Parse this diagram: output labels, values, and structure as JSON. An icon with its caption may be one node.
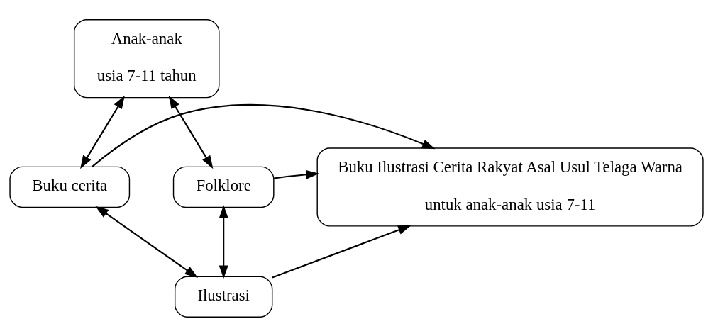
{
  "diagram": {
    "nodes": [
      {
        "text": [
          "Anak-anak",
          "usia 7-11 tahun"
        ]
      },
      {
        "text": [
          "Folklore"
        ]
      },
      {
        "text": [
          "Buku Ilustrasi Cerita Rakyat Asal Usul Telaga Warna",
          "untuk anak-anak usia 7-11"
        ]
      },
      {
        "text": [
          "Buku cerita"
        ]
      },
      {
        "text": [
          "Ilustrasi"
        ]
      }
    ],
    "edges": [
      {
        "from": 1,
        "to": 0,
        "arrow": "both"
      },
      {
        "from": 0,
        "to": 3,
        "arrow": "both"
      },
      {
        "from": 1,
        "to": 2,
        "arrow": "to"
      },
      {
        "from": 3,
        "to": 2,
        "arrow": "to"
      },
      {
        "from": 4,
        "to": 2,
        "arrow": "to"
      },
      {
        "from": 1,
        "to": 4,
        "arrow": "both"
      },
      {
        "from": 4,
        "to": 3,
        "arrow": "both"
      }
    ]
  }
}
